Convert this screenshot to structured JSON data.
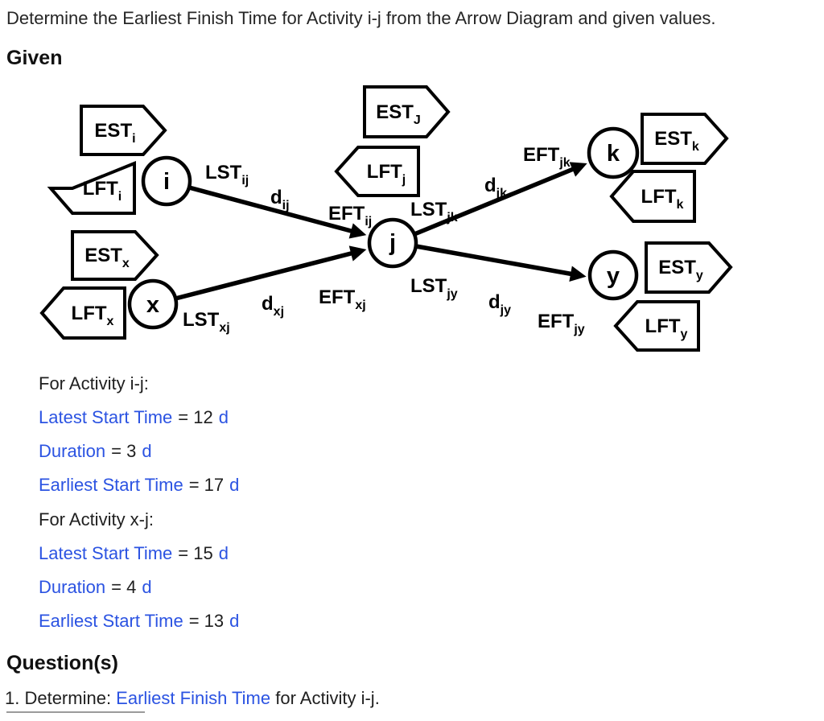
{
  "title": "Determine the Earliest Finish Time for Activity i-j from the Arrow Diagram and given values.",
  "given_heading": "Given",
  "questions_heading": "Question(s)",
  "colors": {
    "accent_blue": "#2b53e2",
    "text_black": "#1f1f1f",
    "diagram_stroke": "#000000"
  },
  "diagram": {
    "nodes": {
      "i": "i",
      "x": "x",
      "j": "j",
      "k": "k",
      "y": "y"
    },
    "pentagon_labels": {
      "est_i": {
        "base": "EST",
        "sub": "i"
      },
      "lft_i": {
        "base": "LFT",
        "sub": "i"
      },
      "est_x": {
        "base": "EST",
        "sub": "x"
      },
      "lft_x": {
        "base": "LFT",
        "sub": "x"
      },
      "est_j": {
        "base": "EST",
        "sub": "J"
      },
      "lft_j": {
        "base": "LFT",
        "sub": "j"
      },
      "est_k": {
        "base": "EST",
        "sub": "k"
      },
      "lft_k": {
        "base": "LFT",
        "sub": "k"
      },
      "est_y": {
        "base": "EST",
        "sub": "y"
      },
      "lft_y": {
        "base": "LFT",
        "sub": "y"
      }
    },
    "edge_labels": {
      "lst_ij": {
        "base": "LST",
        "sub": "ij"
      },
      "d_ij": {
        "base": "d",
        "sub": "ij"
      },
      "eft_ij": {
        "base": "EFT",
        "sub": "ij"
      },
      "lst_jk": {
        "base": "LST",
        "sub": "jk"
      },
      "d_jk": {
        "base": "d",
        "sub": "jk"
      },
      "eft_jk": {
        "base": "EFT",
        "sub": "jk"
      },
      "lst_xj": {
        "base": "LST",
        "sub": "xj"
      },
      "d_xj": {
        "base": "d",
        "sub": "xj"
      },
      "eft_xj": {
        "base": "EFT",
        "sub": "xj"
      },
      "lst_jy": {
        "base": "LST",
        "sub": "jy"
      },
      "d_jy": {
        "base": "d",
        "sub": "jy"
      },
      "eft_jy": {
        "base": "EFT",
        "sub": "jy"
      }
    }
  },
  "given": {
    "ij": {
      "header": "For Activity i-j:",
      "rows": [
        {
          "label": "Latest Start Time",
          "value": "= 12",
          "unit": "d"
        },
        {
          "label": "Duration",
          "value": "= 3",
          "unit": "d"
        },
        {
          "label": "Earliest Start Time",
          "value": "= 17",
          "unit": "d"
        }
      ]
    },
    "xj": {
      "header": "For Activity x-j:",
      "rows": [
        {
          "label": "Latest Start Time",
          "value": "= 15",
          "unit": "d"
        },
        {
          "label": "Duration",
          "value": "= 4",
          "unit": "d"
        },
        {
          "label": "Earliest Start Time",
          "value": "= 13",
          "unit": "d"
        }
      ]
    }
  },
  "question": {
    "prefix": "1. Determine: ",
    "highlight": "Earliest Finish Time",
    "suffix": " for Activity i-j."
  }
}
